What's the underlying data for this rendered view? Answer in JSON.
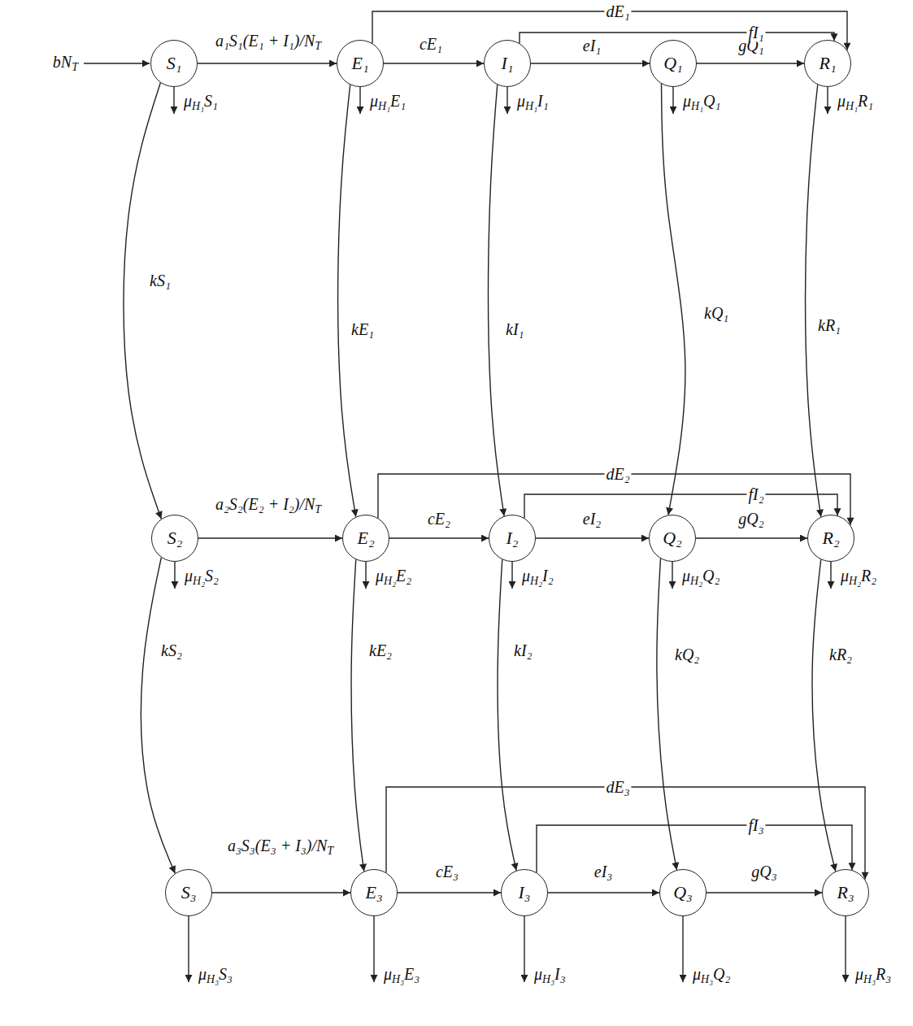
{
  "diagram": {
    "nodes": [
      {
        "text": [
          "S₁"
        ]
      },
      {
        "text": [
          "E₁"
        ]
      },
      {
        "text": [
          "I₁"
        ]
      },
      {
        "text": [
          "Q₁"
        ]
      },
      {
        "text": [
          "R₁"
        ]
      },
      {
        "text": [
          "S₂"
        ]
      },
      {
        "text": [
          "E₂"
        ]
      },
      {
        "text": [
          "I₂"
        ]
      },
      {
        "text": [
          "Q₂"
        ]
      },
      {
        "text": [
          "R₂"
        ]
      },
      {
        "text": [
          "S₃"
        ]
      },
      {
        "text": [
          "E₃"
        ]
      },
      {
        "text": [
          "I₃"
        ]
      },
      {
        "text": [
          "Q₃"
        ]
      },
      {
        "text": [
          "R₃"
        ]
      }
    ],
    "edges": [
      {
        "from": 0,
        "to": 1,
        "arrow": "to",
        "label": "a₁S₁(E₁ + I₁)/NT"
      },
      {
        "from": 1,
        "to": 2,
        "arrow": "to",
        "label": "cE₁"
      },
      {
        "from": 2,
        "to": 3,
        "arrow": "to",
        "label": "eI₁"
      },
      {
        "from": 3,
        "to": 4,
        "arrow": "to",
        "label": "gQ₁"
      },
      {
        "from": 1,
        "to": 4,
        "arrow": "to",
        "label": "dE₁"
      },
      {
        "from": 2,
        "to": 4,
        "arrow": "to",
        "label": "fI₁"
      },
      {
        "from": 0,
        "to": 5,
        "arrow": "to",
        "label": "kS₁"
      },
      {
        "from": 1,
        "to": 6,
        "arrow": "to",
        "label": "kE₁"
      },
      {
        "from": 2,
        "to": 7,
        "arrow": "to",
        "label": "kI₁"
      },
      {
        "from": 3,
        "to": 8,
        "arrow": "to",
        "label": "kQ₁"
      },
      {
        "from": 4,
        "to": 9,
        "arrow": "to",
        "label": "kR₁"
      },
      {
        "from": 5,
        "to": 6,
        "arrow": "to",
        "label": "a₂S₂(E₂ + I₂)/NT"
      },
      {
        "from": 6,
        "to": 7,
        "arrow": "to",
        "label": "cE₂"
      },
      {
        "from": 7,
        "to": 8,
        "arrow": "to",
        "label": "eI₂"
      },
      {
        "from": 8,
        "to": 9,
        "arrow": "to",
        "label": "gQ₂"
      },
      {
        "from": 6,
        "to": 9,
        "arrow": "to",
        "label": "dE₂"
      },
      {
        "from": 7,
        "to": 9,
        "arrow": "to",
        "label": "fI₂"
      },
      {
        "from": 5,
        "to": 10,
        "arrow": "to",
        "label": "kS₂"
      },
      {
        "from": 6,
        "to": 11,
        "arrow": "to",
        "label": "kE₂"
      },
      {
        "from": 7,
        "to": 12,
        "arrow": "to",
        "label": "kI₂"
      },
      {
        "from": 8,
        "to": 13,
        "arrow": "to",
        "label": "kQ₂"
      },
      {
        "from": 9,
        "to": 14,
        "arrow": "to",
        "label": "kR₂"
      },
      {
        "from": 10,
        "to": 11,
        "arrow": "to",
        "label": "a₃S₃(E₃ + I₃)/NT"
      },
      {
        "from": 11,
        "to": 12,
        "arrow": "to",
        "label": "cE₃"
      },
      {
        "from": 12,
        "to": 13,
        "arrow": "to",
        "label": "eI₃"
      },
      {
        "from": 13,
        "to": 14,
        "arrow": "to",
        "label": "gQ₃"
      },
      {
        "from": 11,
        "to": 14,
        "arrow": "to",
        "label": "dE₃"
      },
      {
        "from": 12,
        "to": 14,
        "arrow": "to",
        "label": "fI₃"
      }
    ],
    "labels": [
      "bNT",
      "μH₁S₁",
      "μH₁E₁",
      "μH₁I₁",
      "μH₁Q₁",
      "μH₁R₁",
      "μH₂S₂",
      "μH₂E₂",
      "μH₂I₂",
      "μH₂Q₂",
      "μH₂R₂",
      "μH₃S₃",
      "μH₃E₃",
      "μH₃I₃",
      "μH₃Q₂",
      "μH₃R₃"
    ]
  }
}
